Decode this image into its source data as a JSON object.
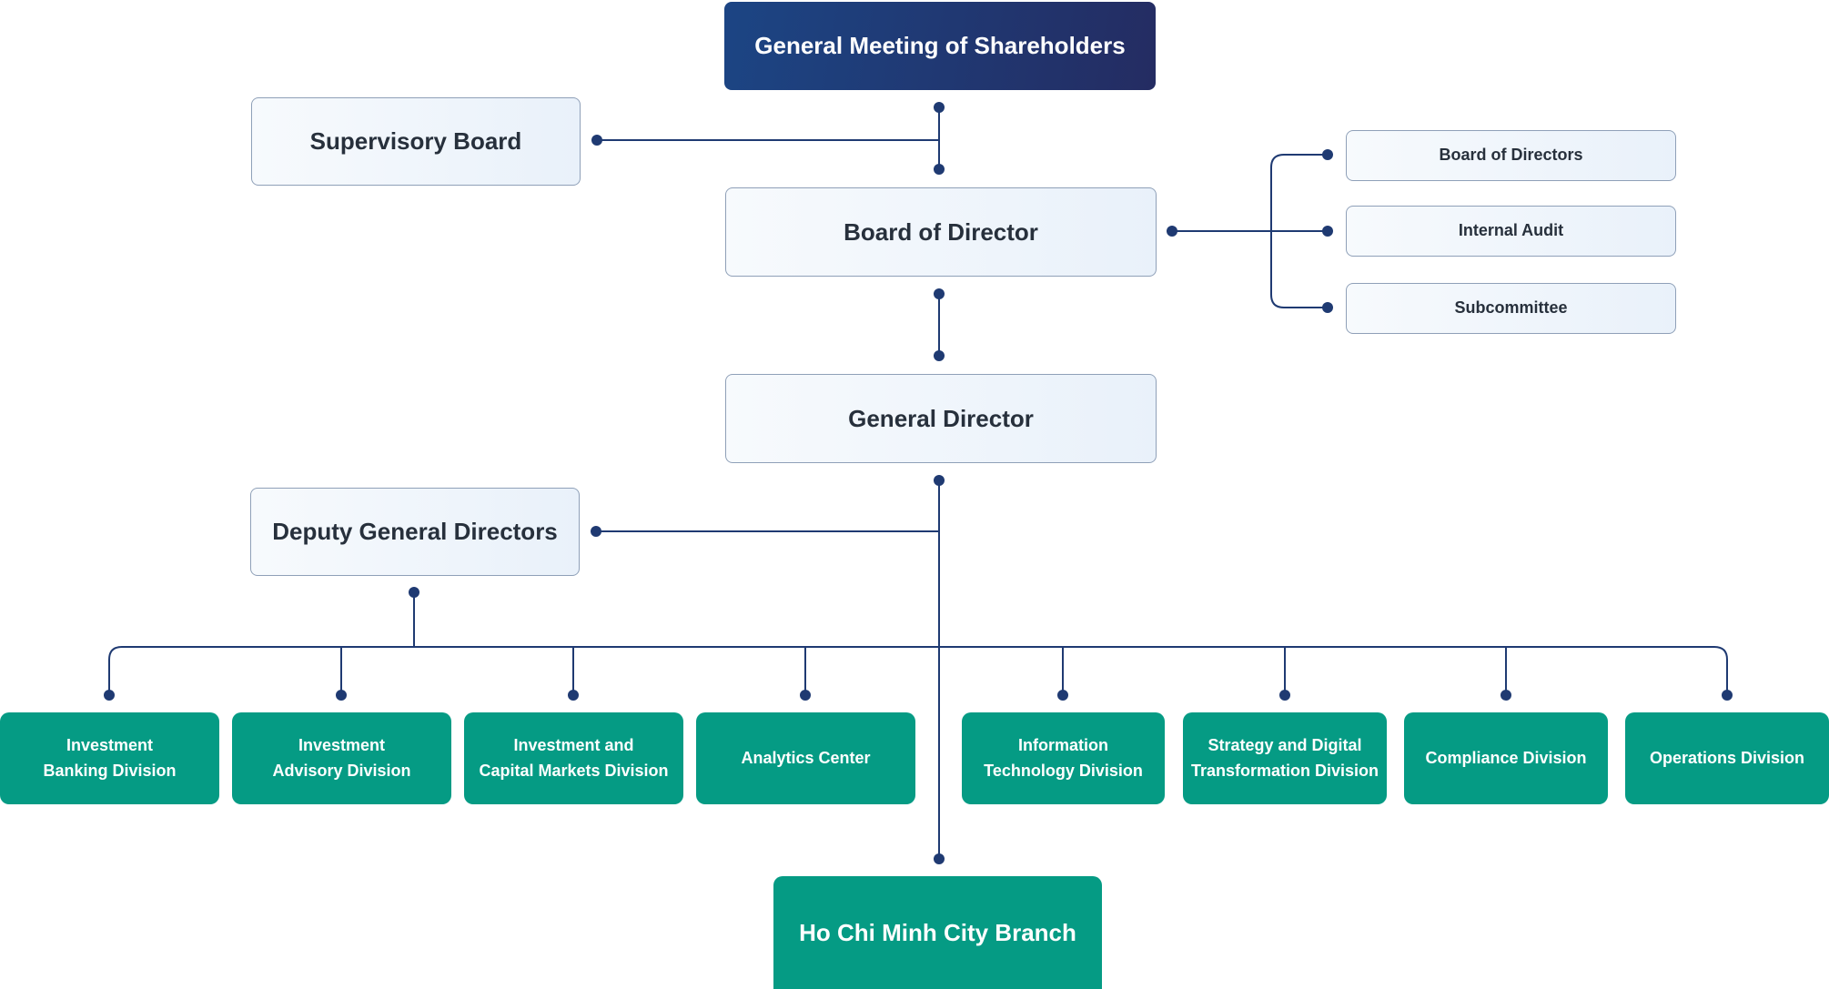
{
  "chart_title": "",
  "colors": {
    "line": "#1f3a72",
    "primary_gradient_start": "#1c4584",
    "primary_gradient_end": "#242c62",
    "box_fill": "#eef4fb",
    "box_border": "#8fa0b8",
    "division_fill": "#059b84",
    "dark_text": "#27303c",
    "light_text": "#ffffff"
  },
  "nodes": {
    "shareholders": "General Meeting of Shareholders",
    "supervisory_board": "Supervisory Board",
    "board_of_director": "Board of Director",
    "general_director": "General Director",
    "deputy_general_directors": "Deputy General Directors",
    "hcmc_branch": "Ho Chi Minh City Branch"
  },
  "board_committees": [
    "Board of Directors",
    "Internal Audit",
    "Subcommittee"
  ],
  "divisions": [
    "Investment\nBanking Division",
    "Investment\nAdvisory Division",
    "Investment and\nCapital Markets Division",
    "Analytics Center",
    "Information\nTechnology Division",
    "Strategy and Digital\nTransformation Division",
    "Compliance Division",
    "Operations Division"
  ]
}
